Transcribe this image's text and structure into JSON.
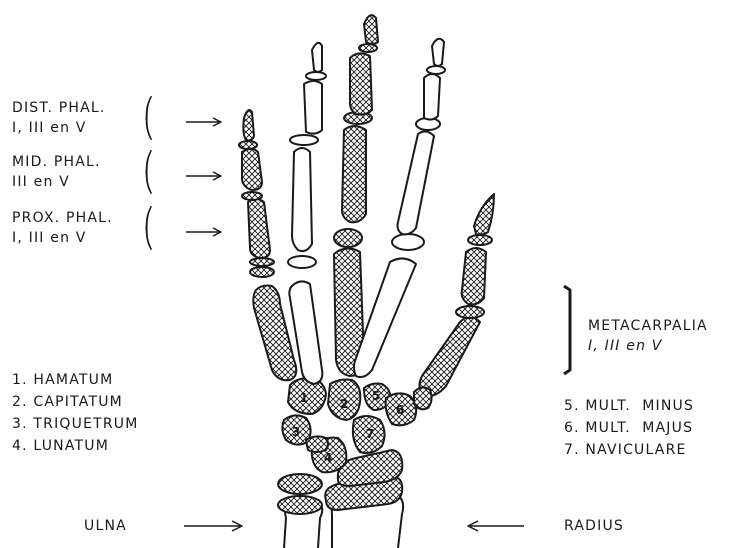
{
  "left_labels": {
    "dist_phal_1": "DIST. PHAL.",
    "dist_phal_2": "I, III en V",
    "mid_phal_1": "MID. PHAL.",
    "mid_phal_2": "III en V",
    "prox_phal_1": "PROX. PHAL.",
    "prox_phal_2": "I, III en V"
  },
  "carpal_list_left": [
    "1. HAMATUM",
    "2. CAPITATUM",
    "3. TRIQUETRUM",
    "4. LUNATUM"
  ],
  "carpal_list_right": [
    "5. MULT.  MINUS",
    "6. MULT.  MAJUS",
    "7. NAVICULARE"
  ],
  "metacarpalia": {
    "line1": "METACARPALIA",
    "line2": "I, III en V"
  },
  "bottom": {
    "ulna": "ULNA",
    "radius": "RADIUS"
  },
  "bone_numbers": [
    "1",
    "2",
    "3",
    "4",
    "5",
    "6",
    "7"
  ],
  "colors": {
    "ink": "#1a1a1a",
    "paper": "#ffffff"
  }
}
